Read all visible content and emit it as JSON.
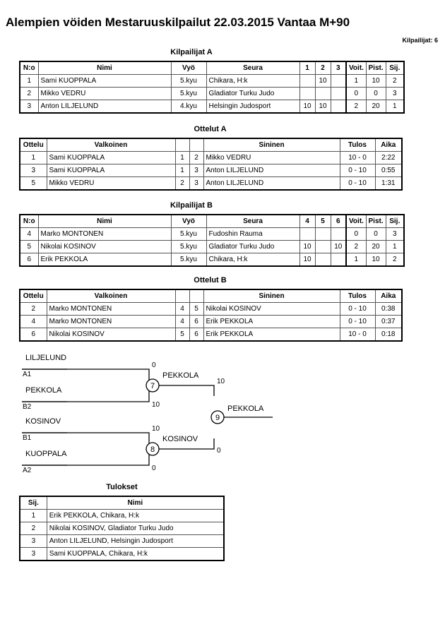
{
  "header": {
    "title": "Alempien vöiden Mestaruuskilpailut  22.03.2015  Vantaa   M+90",
    "competitors_label": "Kilpailijat: 6"
  },
  "pool_a": {
    "caption": "Kilpailijat A",
    "columns": [
      "N:o",
      "Nimi",
      "Vyö",
      "Seura",
      "1",
      "2",
      "3",
      "Voit.",
      "Pist.",
      "Sij."
    ],
    "rows": [
      {
        "no": "1",
        "name": "Sami KUOPPALA",
        "belt": "5.kyu",
        "club": "Chikara, H:k",
        "m1": "",
        "m2": "10",
        "m3": "",
        "wins": "1",
        "points": "10",
        "rank": "2"
      },
      {
        "no": "2",
        "name": "Mikko VEDRU",
        "belt": "5.kyu",
        "club": "Gladiator Turku Judo",
        "m1": "",
        "m2": "",
        "m3": "",
        "wins": "0",
        "points": "0",
        "rank": "3"
      },
      {
        "no": "3",
        "name": "Anton LILJELUND",
        "belt": "4.kyu",
        "club": "Helsingin Judosport",
        "m1": "10",
        "m2": "10",
        "m3": "",
        "wins": "2",
        "points": "20",
        "rank": "1"
      }
    ]
  },
  "matches_a": {
    "caption": "Ottelut A",
    "columns": [
      "Ottelu",
      "Valkoinen",
      "",
      "",
      "Sininen",
      "Tulos",
      "Aika"
    ],
    "rows": [
      {
        "no": "1",
        "white": "Sami KUOPPALA",
        "wno": "1",
        "bno": "2",
        "blue": "Mikko VEDRU",
        "result": "10 - 0",
        "time": "2:22"
      },
      {
        "no": "3",
        "white": "Sami KUOPPALA",
        "wno": "1",
        "bno": "3",
        "blue": "Anton LILJELUND",
        "result": "0 - 10",
        "time": "0:55"
      },
      {
        "no": "5",
        "white": "Mikko VEDRU",
        "wno": "2",
        "bno": "3",
        "blue": "Anton LILJELUND",
        "result": "0 - 10",
        "time": "1:31"
      }
    ]
  },
  "pool_b": {
    "caption": "Kilpailijat B",
    "columns": [
      "N:o",
      "Nimi",
      "Vyö",
      "Seura",
      "4",
      "5",
      "6",
      "Voit.",
      "Pist.",
      "Sij."
    ],
    "rows": [
      {
        "no": "4",
        "name": "Marko MONTONEN",
        "belt": "5.kyu",
        "club": "Fudoshin Rauma",
        "m1": "",
        "m2": "",
        "m3": "",
        "wins": "0",
        "points": "0",
        "rank": "3"
      },
      {
        "no": "5",
        "name": "Nikolai KOSINOV",
        "belt": "5.kyu",
        "club": "Gladiator Turku Judo",
        "m1": "10",
        "m2": "",
        "m3": "10",
        "wins": "2",
        "points": "20",
        "rank": "1"
      },
      {
        "no": "6",
        "name": "Erik PEKKOLA",
        "belt": "5.kyu",
        "club": "Chikara, H:k",
        "m1": "10",
        "m2": "",
        "m3": "",
        "wins": "1",
        "points": "10",
        "rank": "2"
      }
    ]
  },
  "matches_b": {
    "caption": "Ottelut B",
    "columns": [
      "Ottelu",
      "Valkoinen",
      "",
      "",
      "Sininen",
      "Tulos",
      "Aika"
    ],
    "rows": [
      {
        "no": "2",
        "white": "Marko MONTONEN",
        "wno": "4",
        "bno": "5",
        "blue": "Nikolai KOSINOV",
        "result": "0 - 10",
        "time": "0:38"
      },
      {
        "no": "4",
        "white": "Marko MONTONEN",
        "wno": "4",
        "bno": "6",
        "blue": "Erik PEKKOLA",
        "result": "0 - 10",
        "time": "0:37"
      },
      {
        "no": "6",
        "white": "Nikolai KOSINOV",
        "wno": "5",
        "bno": "6",
        "blue": "Erik PEKKOLA",
        "result": "10 - 0",
        "time": "0:18"
      }
    ]
  },
  "bracket": {
    "semifinal_1": {
      "number": "7",
      "top": {
        "name": "LILJELUND",
        "seed": "A1",
        "score": "0"
      },
      "bottom": {
        "name": "PEKKOLA",
        "seed": "B2",
        "score": "10"
      },
      "winner": "PEKKOLA"
    },
    "semifinal_2": {
      "number": "8",
      "top": {
        "name": "KOSINOV",
        "seed": "B1",
        "score": "10"
      },
      "bottom": {
        "name": "KUOPPALA",
        "seed": "A2",
        "score": "0"
      },
      "winner": "KOSINOV"
    },
    "final": {
      "number": "9",
      "top_score": "10",
      "bottom_score": "0",
      "winner": "PEKKOLA"
    }
  },
  "results": {
    "caption": "Tulokset",
    "columns": [
      "Sij.",
      "Nimi"
    ],
    "rows": [
      {
        "rank": "1",
        "name": "Erik PEKKOLA, Chikara, H:k"
      },
      {
        "rank": "2",
        "name": "Nikolai KOSINOV, Gladiator Turku Judo"
      },
      {
        "rank": "3",
        "name": "Anton LILJELUND, Helsingin Judosport"
      },
      {
        "rank": "3",
        "name": "Sami KUOPPALA, Chikara, H:k"
      }
    ]
  }
}
